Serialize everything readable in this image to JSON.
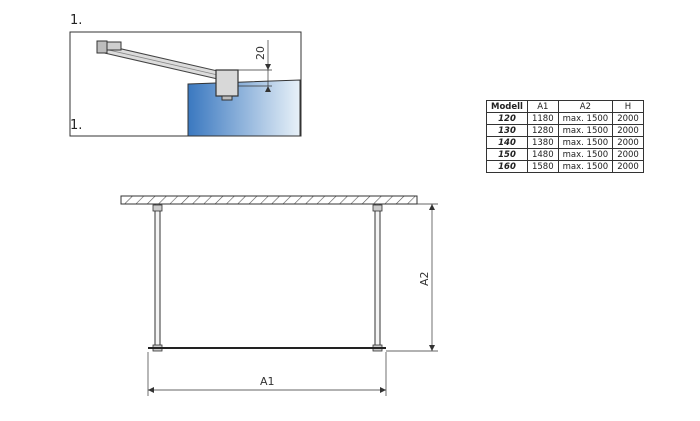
{
  "detail": {
    "step_top": "1.",
    "step_bottom": "1.",
    "dimension_label": "20"
  },
  "plan": {
    "label_width": "A1",
    "label_height": "A2"
  },
  "table": {
    "headers": [
      "Modell",
      "A1",
      "A2",
      "H"
    ],
    "rows": [
      {
        "model": "120",
        "a1": "1180",
        "a2": "max. 1500",
        "h": "2000"
      },
      {
        "model": "130",
        "a1": "1280",
        "a2": "max. 1500",
        "h": "2000"
      },
      {
        "model": "140",
        "a1": "1380",
        "a2": "max. 1500",
        "h": "2000"
      },
      {
        "model": "150",
        "a1": "1480",
        "a2": "max. 1500",
        "h": "2000"
      },
      {
        "model": "160",
        "a1": "1580",
        "a2": "max. 1500",
        "h": "2000"
      }
    ]
  },
  "colors": {
    "water_top": "#3a78c0",
    "water_bottom": "#dde9f4",
    "line": "#333333"
  }
}
